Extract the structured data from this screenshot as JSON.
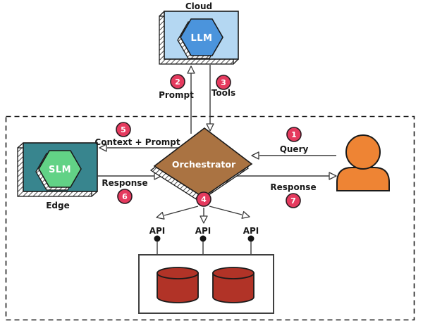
{
  "nodes": {
    "cloud": {
      "zone_label": "Cloud",
      "node_label": "LLM"
    },
    "edge": {
      "zone_label": "Edge",
      "node_label": "SLM"
    },
    "orchestrator": {
      "label": "Orchestrator"
    }
  },
  "flows": {
    "query": {
      "num": "1",
      "label": "Query"
    },
    "prompt": {
      "num": "2",
      "label": "Prompt"
    },
    "tools": {
      "num": "3",
      "label": "Tools"
    },
    "fanout": {
      "num": "4"
    },
    "context_prompt": {
      "num": "5",
      "label": "Context + Prompt"
    },
    "edge_response": {
      "num": "6",
      "label": "Response"
    },
    "user_response": {
      "num": "7",
      "label": "Response"
    }
  },
  "apis": {
    "left": "API",
    "center": "API",
    "right": "API"
  },
  "colors": {
    "cloud_box": "#b4d7f2",
    "llm_hexagon": "#4b94dc",
    "edge_box": "#38858e",
    "slm_hexagon": "#62d286",
    "orchestrator_diamond": "#aa7342",
    "user_icon": "#ee8434",
    "database_cylinder": "#b13327",
    "badge": "#e53a5e"
  }
}
